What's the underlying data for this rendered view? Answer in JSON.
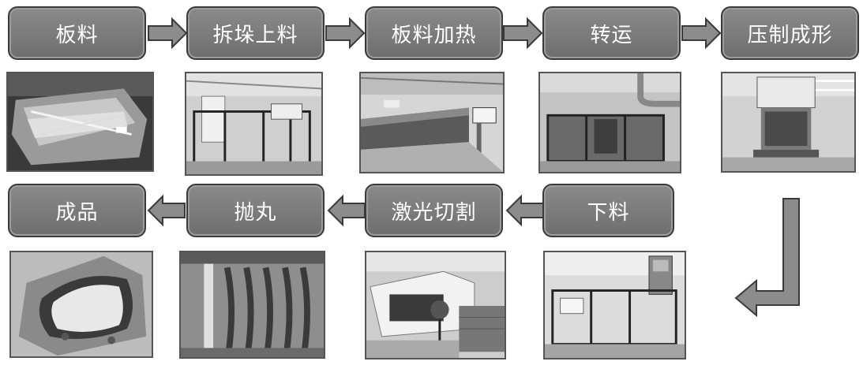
{
  "steps": {
    "s1": "板料",
    "s2": "拆垛上料",
    "s3": "板料加热",
    "s4": "转运",
    "s5": "压制成形",
    "s6": "下料",
    "s7": "激光切割",
    "s8": "抛丸",
    "s9": "成品"
  },
  "colors": {
    "box_fill": "#7a7a7a",
    "box_border": "#3a3a3a",
    "arrow_fill": "#8c8c8c",
    "text": "#ffffff"
  }
}
